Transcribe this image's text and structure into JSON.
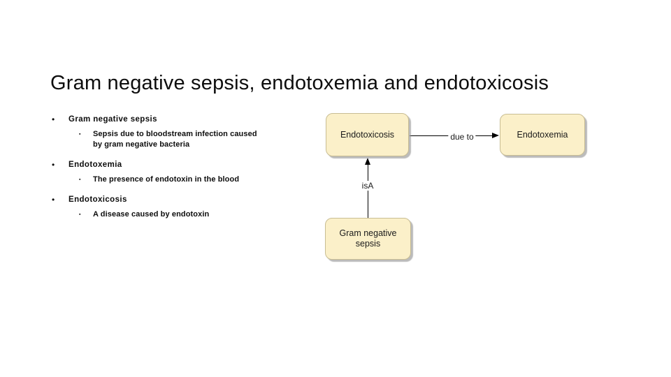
{
  "slide": {
    "title": "Gram negative sepsis, endotoxemia and endotoxicosis",
    "bullets": [
      {
        "label": "Gram negative sepsis",
        "sub": "Sepsis due to bloodstream infection caused by gram negative bacteria"
      },
      {
        "label": "Endotoxemia",
        "sub": "The presence of endotoxin in the blood"
      },
      {
        "label": "Endotoxicosis",
        "sub": "A disease caused by endotoxin"
      }
    ],
    "icons": {
      "bullet_glyph": "•",
      "sub_bullet_glyph": "▪"
    }
  },
  "diagram": {
    "nodes": [
      {
        "label": "Endotoxicosis"
      },
      {
        "label": "Endotoxemia"
      },
      {
        "label": "Gram negative sepsis"
      }
    ],
    "edges": [
      {
        "from": "Endotoxicosis",
        "to": "Endotoxemia",
        "label": "due to",
        "arrow_direction": "right"
      },
      {
        "from": "Gram negative sepsis",
        "to": "Endotoxicosis",
        "label": "isA",
        "arrow_direction": "up"
      }
    ],
    "colors": {
      "node_fill": "#FBF0C9",
      "node_border": "#C8BD93",
      "node_shadow": "#969696",
      "connector": "#000000",
      "background": "#FFFFFF"
    }
  }
}
